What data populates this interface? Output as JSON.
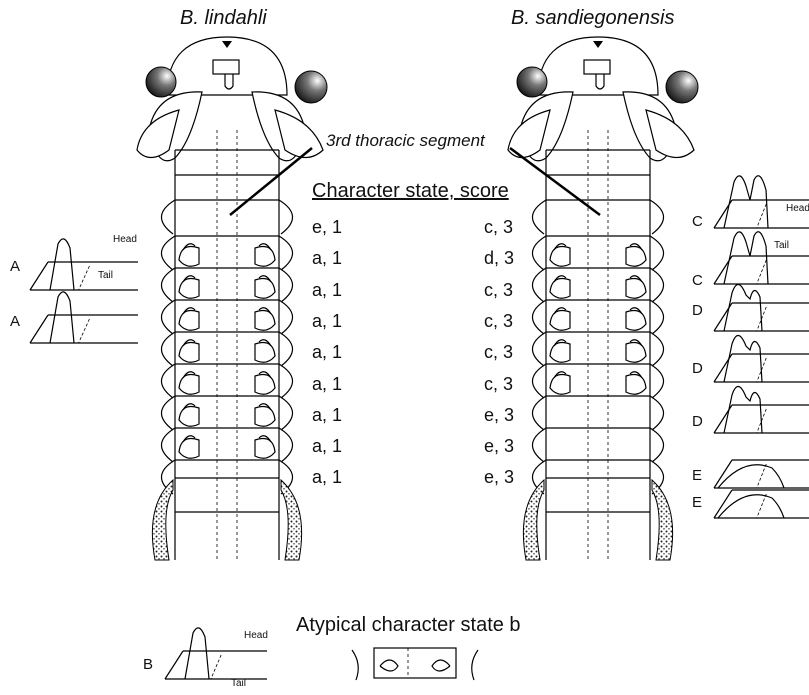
{
  "species": [
    "B. lindahli",
    "B. sandiegonensis"
  ],
  "callout": "3rd thoracic segment",
  "table": {
    "heading": "Character state, score",
    "left": [
      "e, 1",
      "a, 1",
      "a, 1",
      "a, 1",
      "a, 1",
      "a, 1",
      "a, 1",
      "a, 1",
      "a, 1"
    ],
    "right": [
      "c, 3",
      "d, 3",
      "c, 3",
      "c, 3",
      "c, 3",
      "c, 3",
      "e, 3",
      "e, 3",
      "e, 3"
    ]
  },
  "left_insets": [
    {
      "letter": "A",
      "head": "Head",
      "tail": "Tail"
    },
    {
      "letter": "A",
      "head": "",
      "tail": ""
    }
  ],
  "right_insets": [
    {
      "letter": "C",
      "head": "Head",
      "tail": "Tail"
    },
    {
      "letter": "C",
      "head": "",
      "tail": ""
    },
    {
      "letter": "D",
      "head": "",
      "tail": ""
    },
    {
      "letter": "D",
      "head": "",
      "tail": ""
    },
    {
      "letter": "D",
      "head": "",
      "tail": ""
    },
    {
      "letter": "E",
      "head": "",
      "tail": ""
    },
    {
      "letter": "E",
      "head": "",
      "tail": ""
    }
  ],
  "atypical": {
    "title": "Atypical character state b",
    "letter": "B",
    "head": "Head",
    "tail": "Tail"
  }
}
